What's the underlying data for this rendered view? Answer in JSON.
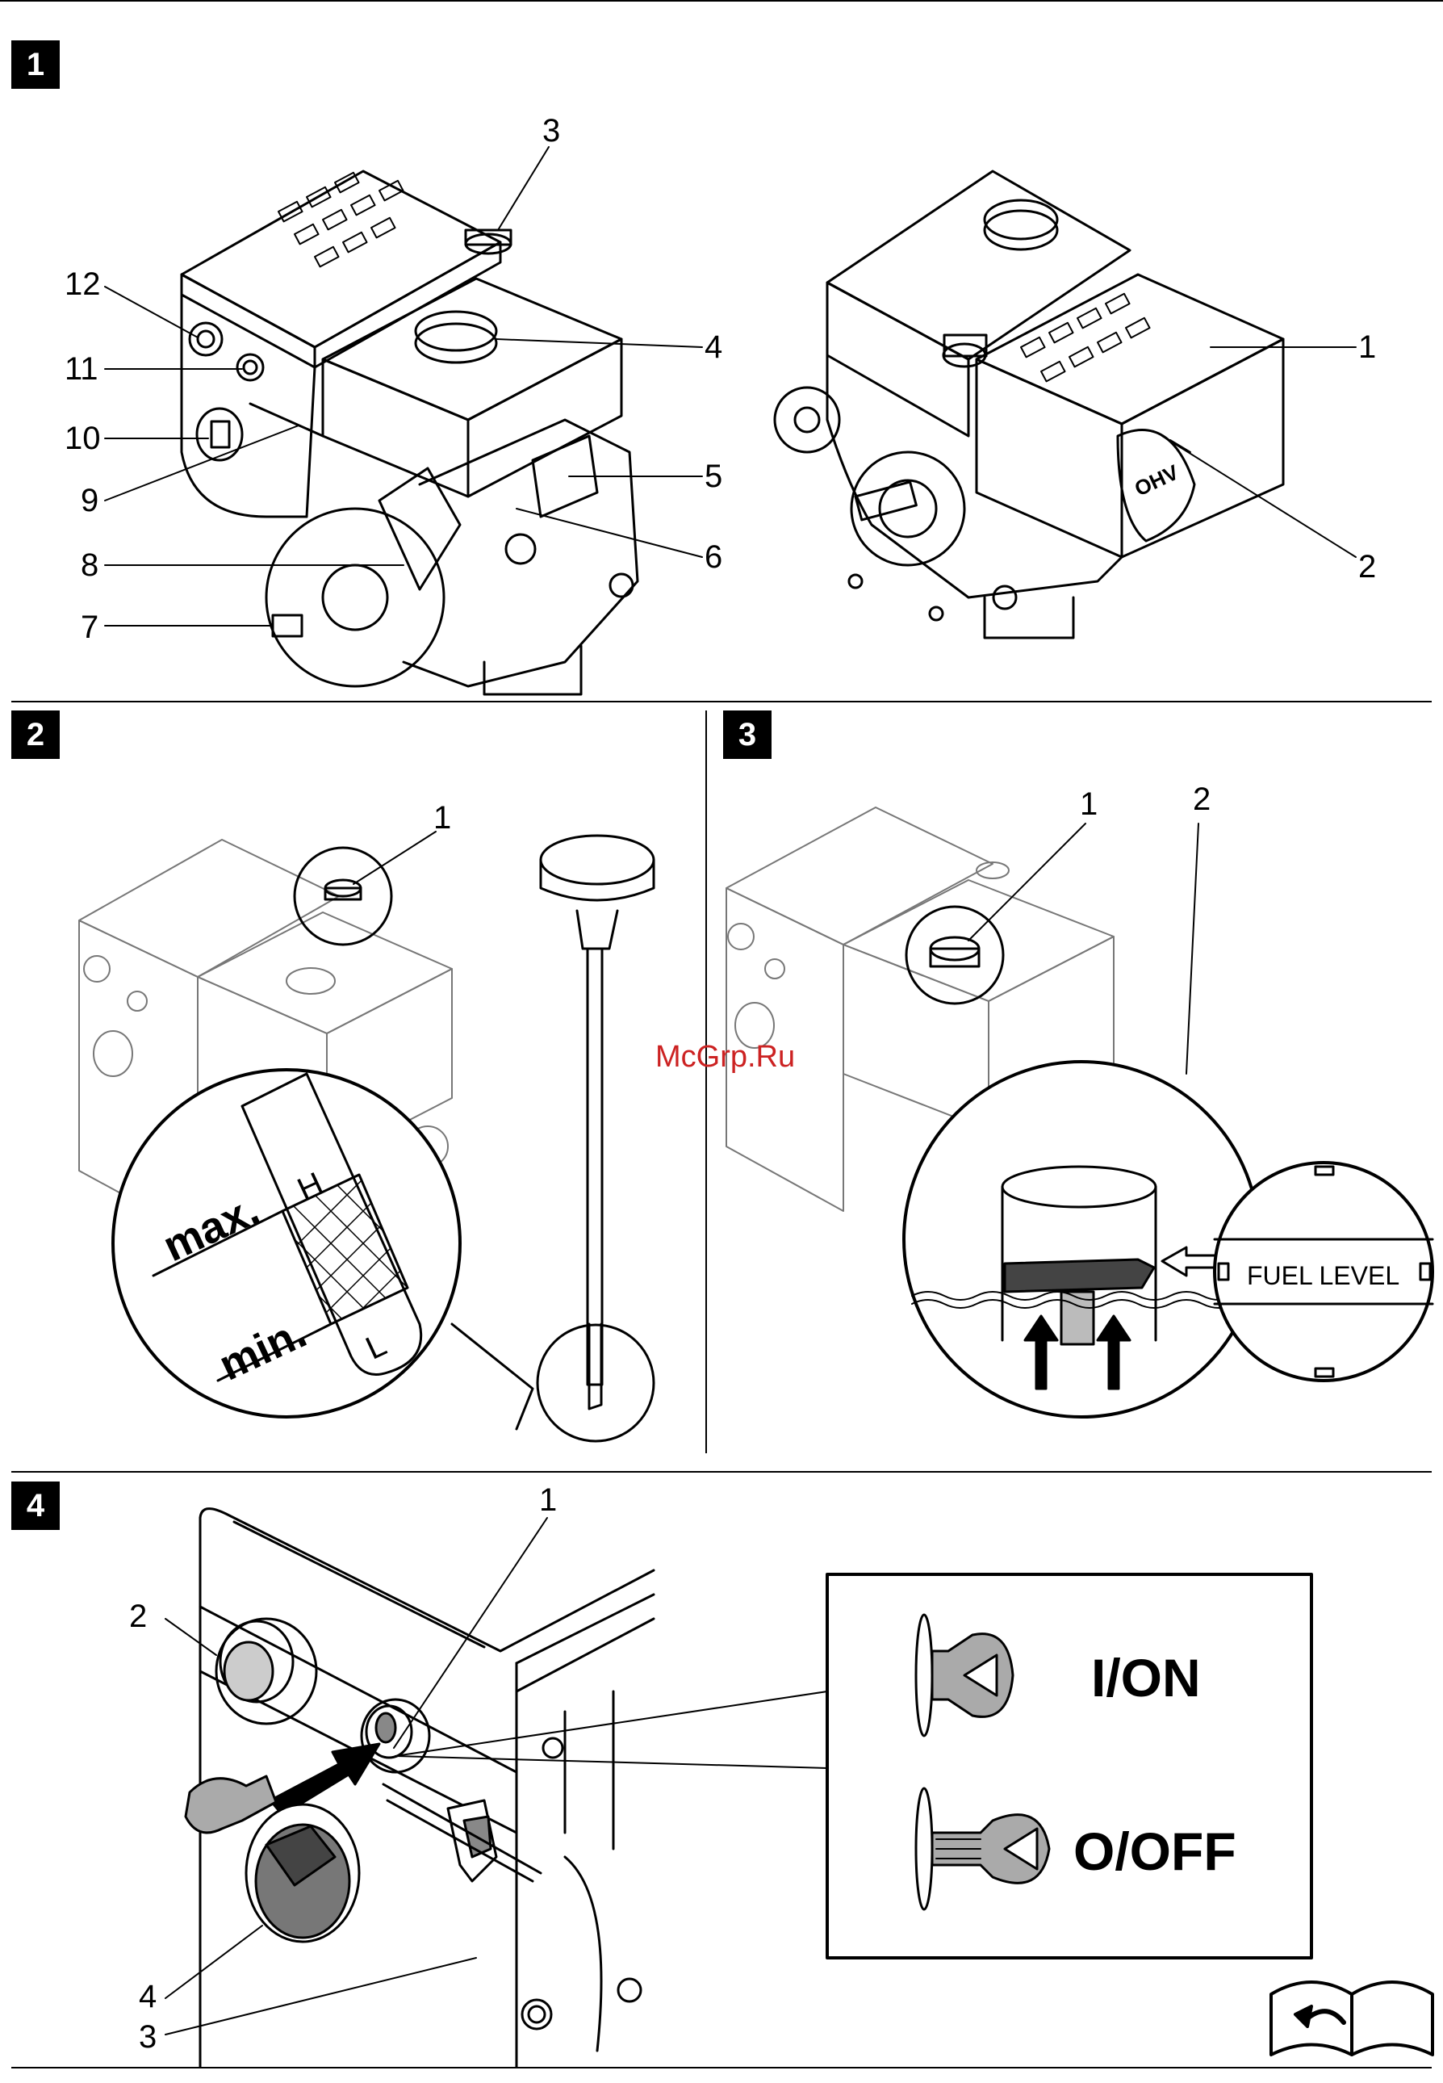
{
  "watermark": "McGrp.Ru",
  "figures": [
    {
      "badge": "1",
      "callouts": [
        "1",
        "2",
        "3",
        "4",
        "5",
        "6",
        "7",
        "8",
        "9",
        "10",
        "11",
        "12"
      ]
    },
    {
      "badge": "2",
      "callouts": [
        "1"
      ],
      "labels": {
        "max": "max.",
        "min": "min.",
        "h": "H",
        "l": "L"
      }
    },
    {
      "badge": "3",
      "callouts": [
        "1",
        "2"
      ],
      "labels": {
        "fuel_level": "FUEL LEVEL"
      }
    },
    {
      "badge": "4",
      "callouts": [
        "1",
        "2",
        "3",
        "4"
      ],
      "labels": {
        "on": "I/ON",
        "off": "O/OFF"
      }
    }
  ],
  "engine_label": "OHV",
  "icons": [
    "engine-drawing-icon",
    "dipstick-icon",
    "fuel-float-icon",
    "ignition-key-icon",
    "manual-book-icon"
  ]
}
